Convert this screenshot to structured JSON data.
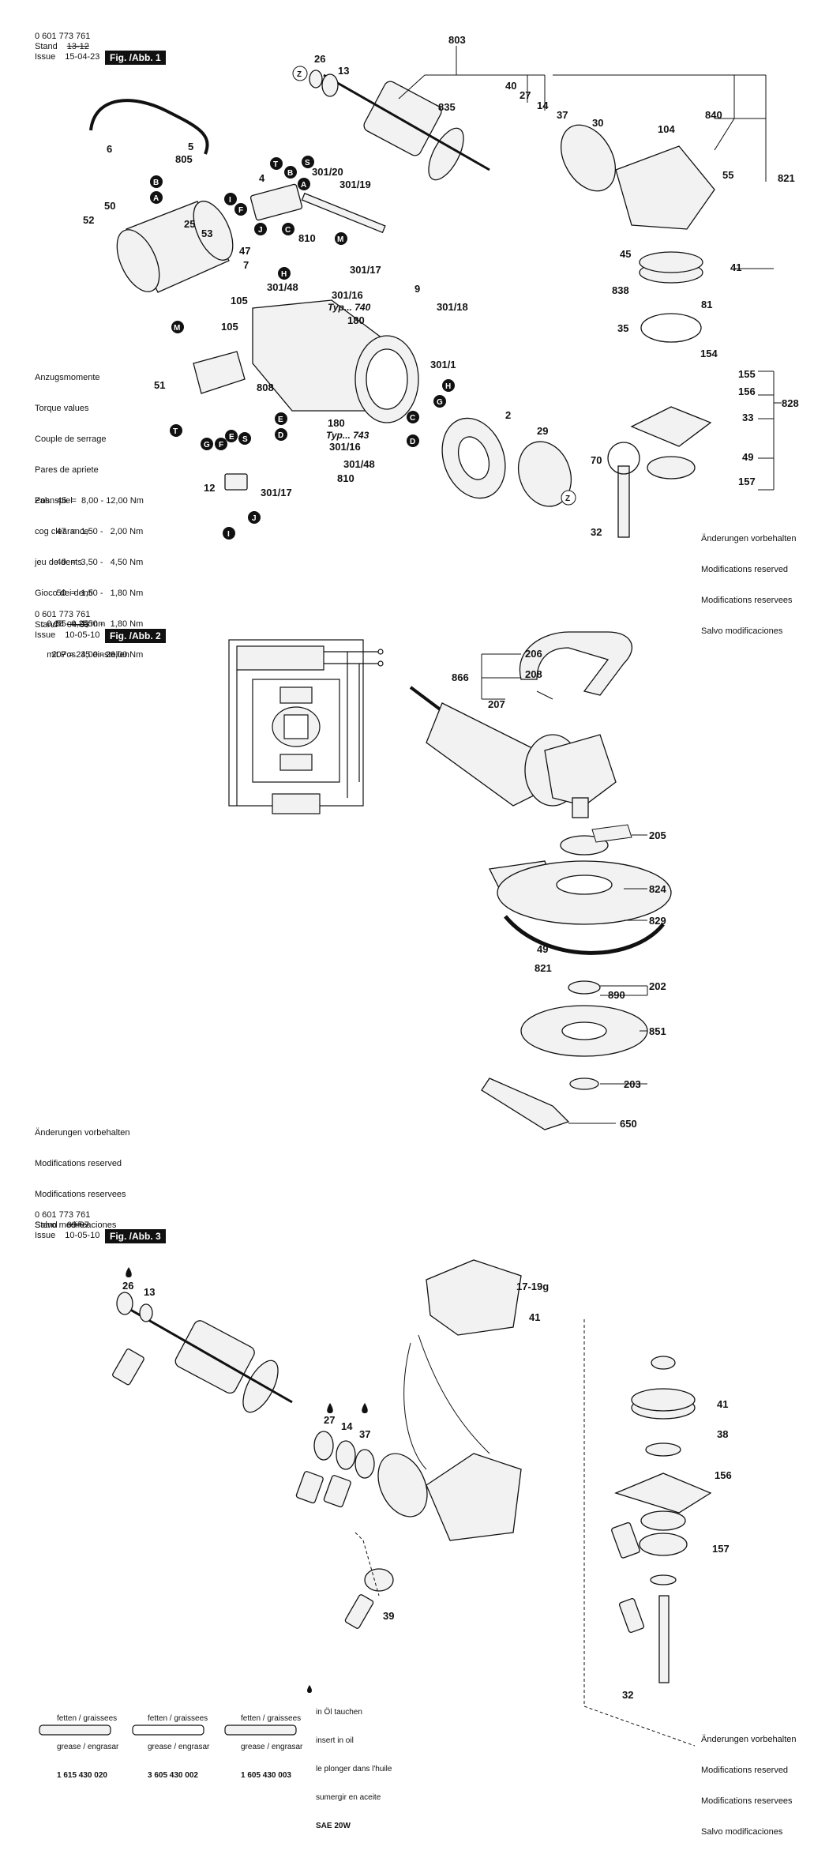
{
  "pages": [
    {
      "part_number": "0 601 773 761",
      "stand_label": "Stand",
      "issue_label": "Issue",
      "stand_date": "13-12",
      "issue_date": "15-04-23",
      "figure": "Fig. /Abb. 1",
      "torque": {
        "title_lines": [
          "Anzugsmomente",
          "Torque values",
          "Couple de serrage",
          "Pares de apriete"
        ],
        "rows": [
          "Pos.  45  =  8,00 - 12,00 Nm",
          "         47  =  1,50 -   2,00 Nm",
          "         49  =  3,50 -   4,50 Nm",
          "         50  =  1,50 -   1,80 Nm",
          "         55  =  1,50 -   1,80 Nm",
          "       207 = 24,00 - 26,00 Nm"
        ]
      },
      "cog": {
        "lines": [
          "Zahnspiel",
          "cog clearance",
          "jeu de dents",
          "Gioco dei denti",
          "   : 0,08 - 0,25 mm",
          "     mit Pos. 35 einstellen"
        ]
      },
      "mods": [
        "Änderungen vorbehalten",
        "Modifications reserved",
        "Modifications reservees",
        "Salvo modificaciones"
      ],
      "labels": [
        "803",
        "26",
        "13",
        "835",
        "40",
        "27",
        "14",
        "37",
        "30",
        "840",
        "104",
        "821",
        "55",
        "6",
        "5",
        "805",
        "4",
        "301/20",
        "301/19",
        "50",
        "52",
        "25",
        "53",
        "47",
        "7",
        "810",
        "301/17",
        "45",
        "41",
        "838",
        "81",
        "35",
        "154",
        "155",
        "156",
        "828",
        "33",
        "49",
        "157",
        "70",
        "32",
        "9",
        "301/18",
        "Typ... 740",
        "180",
        "105",
        "105",
        "301/1",
        "51",
        "301/48",
        "301/16",
        "808",
        "180",
        "Typ... 743",
        "2",
        "29",
        "12",
        "301/17",
        "301/16",
        "301/48",
        "810"
      ],
      "letters": [
        "Z",
        "T",
        "B",
        "S",
        "F",
        "I",
        "J",
        "C",
        "A",
        "B",
        "A",
        "M",
        "H",
        "M",
        "T",
        "G",
        "F",
        "E",
        "S",
        "D",
        "E",
        "H",
        "G",
        "C",
        "D",
        "Z",
        "J",
        "I"
      ]
    },
    {
      "part_number": "0 601 773 761",
      "stand_label": "Stand",
      "issue_label": "Issue",
      "stand_date": "04-03",
      "issue_date": "10-05-10",
      "figure": "Fig. /Abb. 2",
      "mods": [
        "Änderungen vorbehalten",
        "Modifications reserved",
        "Modifications reservees",
        "Salvo modificaciones"
      ],
      "labels": [
        "206",
        "866",
        "208",
        "207",
        "205",
        "824",
        "829",
        "49",
        "821",
        "202",
        "890",
        "851",
        "203",
        "650"
      ]
    },
    {
      "part_number": "0 601 773 761",
      "stand_label": "Stand",
      "issue_label": "Issue",
      "stand_date": "09-07",
      "issue_date": "10-05-10",
      "figure": "Fig. /Abb. 3",
      "mods": [
        "Änderungen vorbehalten",
        "Modifications reserved",
        "Modifications reservees",
        "Salvo modificaciones"
      ],
      "labels": [
        "26",
        "13",
        "17-19g",
        "41",
        "27",
        "14",
        "37",
        "39",
        "41",
        "38",
        "156",
        "157",
        "32"
      ],
      "grease": [
        {
          "line1": "fetten / graissees",
          "line2": "grease / engrasar",
          "code": "1 615 430 020"
        },
        {
          "line1": "fetten / graissees",
          "line2": "grease / engrasar",
          "code": "3 605 430 002"
        },
        {
          "line1": "fetten / graissees",
          "line2": "grease / engrasar",
          "code": "1 605 430 003"
        }
      ],
      "oil_lines": [
        "in Öl tauchen",
        "insert in oil",
        "le plonger dans l'huile",
        "sumergir en aceite",
        "SAE 20W"
      ]
    }
  ],
  "colors": {
    "ink": "#111111",
    "badge_bg": "#111111",
    "badge_fg": "#ffffff",
    "part_fill": "#f2f2f2"
  }
}
